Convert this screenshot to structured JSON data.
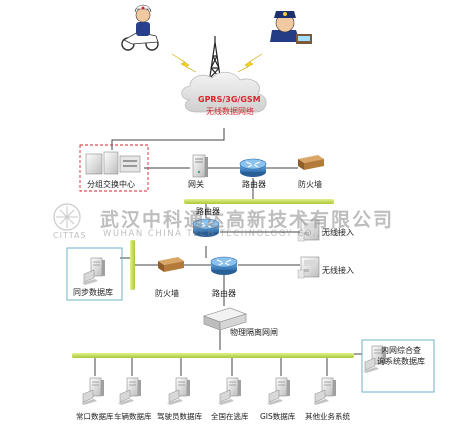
{
  "cloud": {
    "line1": "GPRS/3G/GSM",
    "line2": "无线数据网络"
  },
  "nodes": {
    "switch_center": "分组交换中心",
    "gateway": "网关",
    "router_top": "路由器",
    "firewall_top": "防火墙",
    "router_mid_left": "路由器",
    "wireless_1": "无线接入",
    "sync_db": "同步数据库",
    "firewall_mid": "防火墙",
    "router_mid": "路由器",
    "wireless_2": "无线接入",
    "isolation": "物理隔离网闸",
    "query_db_line1": "内网综合查",
    "query_db_line2": "询系统数据库"
  },
  "databases": [
    "常口数据库",
    "车辆数据库",
    "驾驶员数据库",
    "全国在逃库",
    "GIS数据库",
    "其他业务系统"
  ],
  "watermark": {
    "cn": "武汉中科通达高新技术有限公司",
    "en": "WUHAN CHINA TECH TECHNOLOGY CO.,LTD.",
    "logo_text": "CITTAS"
  },
  "colors": {
    "bus_green": "#c8e05a",
    "cloud_text": "#d8262e",
    "router_blue": "#3f86c8"
  }
}
